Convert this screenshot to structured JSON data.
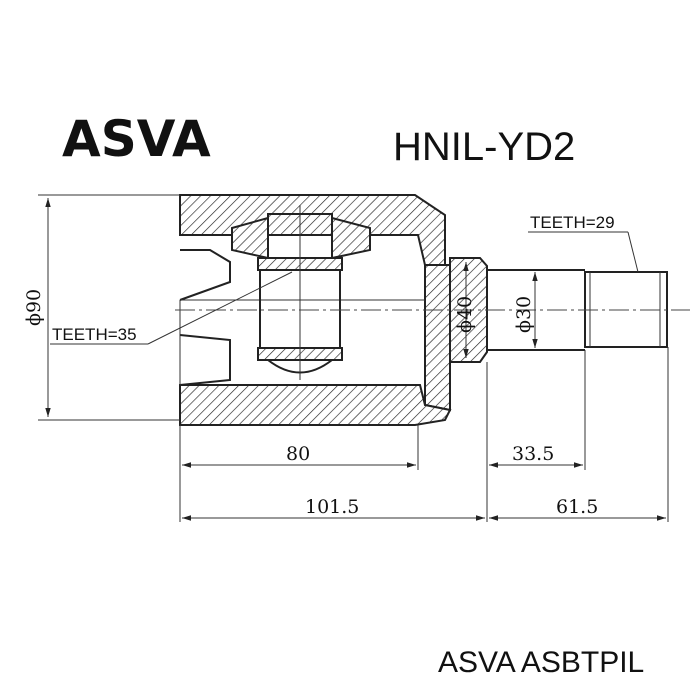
{
  "header": {
    "brand": "ASVA",
    "part_number": "HNIL-YD2"
  },
  "labels": {
    "teeth_inner": "TEETH=35",
    "teeth_outer": "TEETH=29"
  },
  "dimensions": {
    "diameter_body": "ϕ90",
    "diameter_neck": "ϕ40",
    "diameter_shaft": "ϕ30",
    "length_housing": "80",
    "length_housing_total": "101.5",
    "length_spline": "33.5",
    "length_shaft_total": "61.5"
  },
  "footer": {
    "caption": "ASVA ASBTPIL"
  },
  "colors": {
    "line": "#222222",
    "background": "#ffffff"
  }
}
